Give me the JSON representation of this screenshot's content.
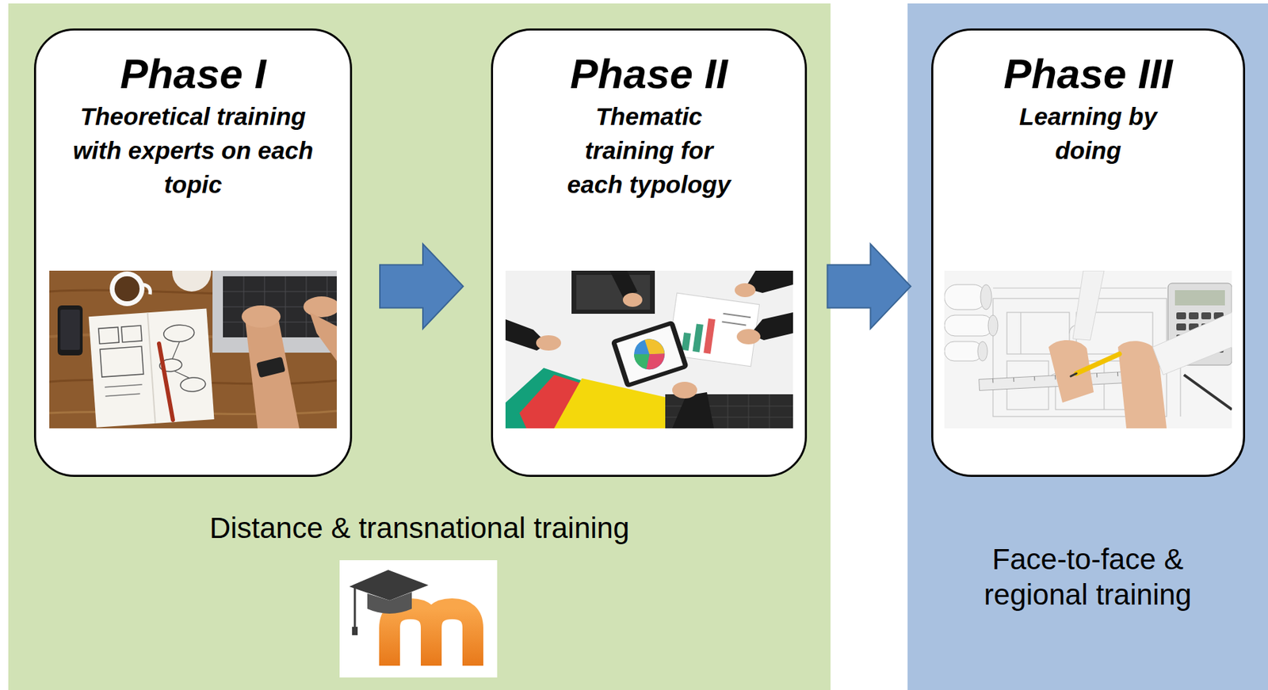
{
  "diagram": {
    "nodes": [
      {
        "text": [
          "Distance & transnational training"
        ]
      },
      {
        "text": [
          "Phase I",
          "Theoretical training with experts on each topic"
        ],
        "in": 0
      },
      {
        "text": [
          "Phase II",
          "Thematic training for each typology"
        ],
        "in": 0
      },
      {
        "text": [
          "Face-to-face & regional training"
        ]
      },
      {
        "text": [
          "Phase III",
          "Learning by doing"
        ],
        "in": 3
      }
    ],
    "edges": [
      {
        "from": 1,
        "to": 2,
        "arrow": "to"
      },
      {
        "from": 2,
        "to": 4,
        "arrow": "to"
      }
    ]
  }
}
